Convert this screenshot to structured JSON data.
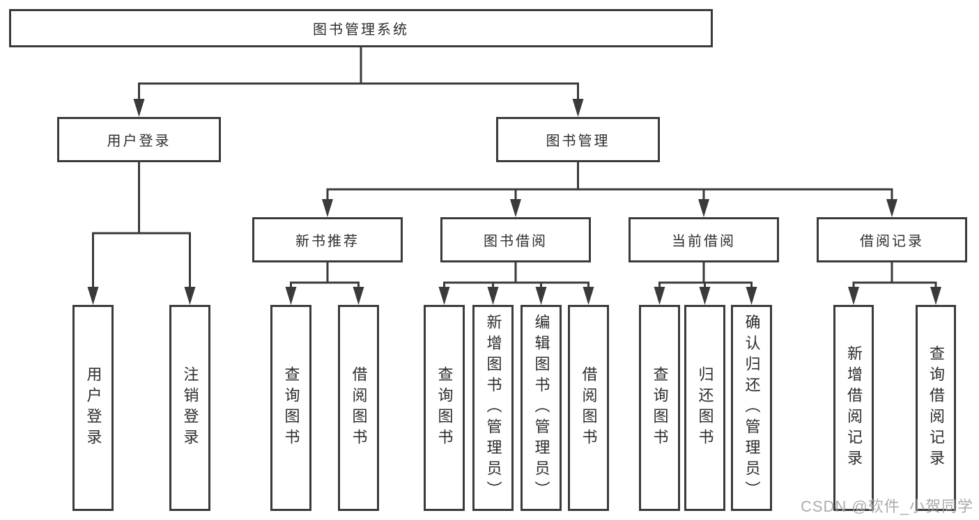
{
  "tree": {
    "root": {
      "label": "图书管理系统"
    },
    "children": [
      {
        "label": "用户登录",
        "children": [
          {
            "label": "用户登录"
          },
          {
            "label": "注销登录"
          }
        ]
      },
      {
        "label": "图书管理",
        "children": [
          {
            "label": "新书推荐",
            "children": [
              {
                "label": "查询图书"
              },
              {
                "label": "借阅图书"
              }
            ]
          },
          {
            "label": "图书借阅",
            "children": [
              {
                "label": "查询图书"
              },
              {
                "label": "新增图书（管理员）"
              },
              {
                "label": "编辑图书（管理员）"
              },
              {
                "label": "借阅图书"
              }
            ]
          },
          {
            "label": "当前借阅",
            "children": [
              {
                "label": "查询图书"
              },
              {
                "label": "归还图书"
              },
              {
                "label": "确认归还（管理员）"
              }
            ]
          },
          {
            "label": "借阅记录",
            "children": [
              {
                "label": "新增借阅记录"
              },
              {
                "label": "查询借阅记录"
              }
            ]
          }
        ]
      }
    ]
  },
  "watermark": {
    "text": "CSDN @软件_小贺同学"
  },
  "colors": {
    "line": "#3a3a3a",
    "box_border": "#3a3a3a",
    "text": "#2d2d2d",
    "background": "#ffffff",
    "watermark": "#a3a3a3"
  }
}
